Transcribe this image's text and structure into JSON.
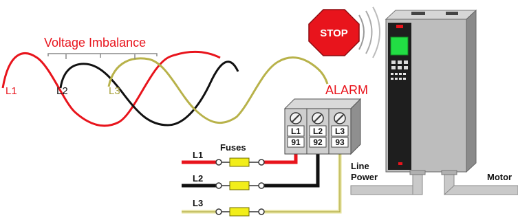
{
  "title": "Voltage Imbalance",
  "wave_labels": {
    "l1": "L1",
    "l2": "L2",
    "l3": "L3"
  },
  "stop_sign": "STOP",
  "alarm": "ALARM",
  "terminal_block": {
    "phases": [
      "L1",
      "L2",
      "L3"
    ],
    "numbers": [
      "91",
      "92",
      "93"
    ]
  },
  "fuses": {
    "label": "Fuses",
    "lines": [
      "L1",
      "L2",
      "L3"
    ]
  },
  "line_power": {
    "line1": "Line",
    "line2": "Power"
  },
  "motor": "Motor",
  "colors": {
    "l1": "#e8141c",
    "l2": "#111111",
    "l3": "#b8b24a",
    "alarm": "#e8141c",
    "stop": "#e8141c",
    "drive_body": "#b9b9b9",
    "fuse": "#f2ee1a",
    "pipe": "#c9c9c9"
  },
  "icons": {
    "stop": "stop-sign-icon",
    "drive": "frequency-drive-icon",
    "fuse": "fuse-icon",
    "terminal": "terminal-screw-icon"
  }
}
